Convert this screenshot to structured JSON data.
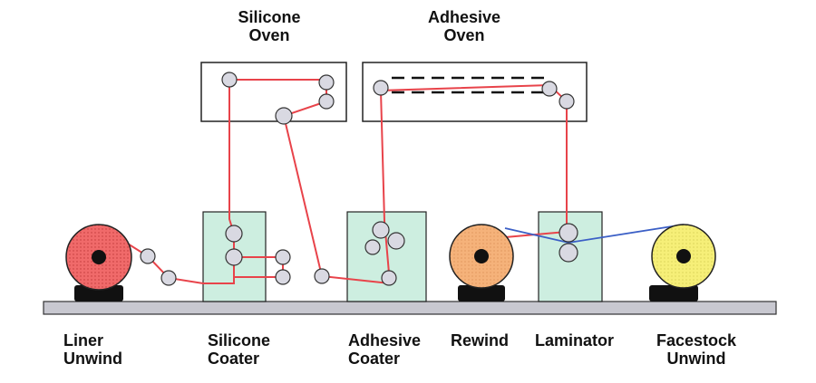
{
  "labels": {
    "silicone_oven": [
      "Silicone",
      "Oven"
    ],
    "adhesive_oven": [
      "Adhesive",
      "Oven"
    ],
    "liner_unwind": [
      "Liner",
      "Unwind"
    ],
    "silicone_coater": [
      "Silicone",
      "Coater"
    ],
    "adhesive_coater": [
      "Adhesive",
      "Coater"
    ],
    "rewind": "Rewind",
    "laminator": "Laminator",
    "facestock_unwind": [
      "Facestock",
      "Unwind"
    ]
  },
  "colors": {
    "web_liner": "#e8434a",
    "web_facestock": "#3b5fc6",
    "coater_box": "#cdeee0",
    "roller": "#d9d9e2",
    "liner_roll": "#f06a6a",
    "rewind_roll": "#f5b27a",
    "facestock_roll": "#f6ef78",
    "floor": "#c8c8d0",
    "stand": "#111111"
  }
}
